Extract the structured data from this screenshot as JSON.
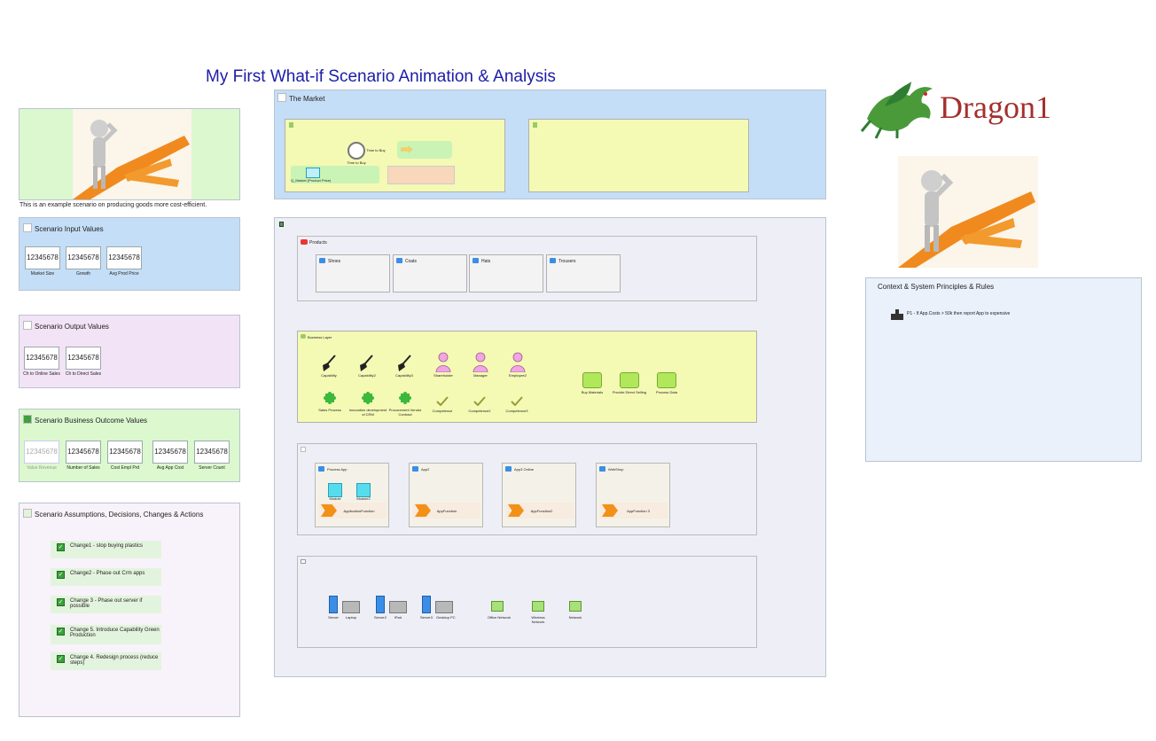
{
  "title": "My First What-if Scenario Animation & Analysis",
  "logo_text": "Dragon1",
  "intro": {
    "caption": "This is an example scenario on producing goods more cost-efficient."
  },
  "inputs": {
    "title": "Scenario Input Values",
    "items": [
      {
        "value": "12345678",
        "label": "Market Size"
      },
      {
        "value": "12345678",
        "label": "Growth"
      },
      {
        "value": "12345678",
        "label": "Avg Prod Price"
      }
    ]
  },
  "outputs": {
    "title": "Scenario Output Values",
    "items": [
      {
        "value": "12345678",
        "label": "Ch to Online Sales"
      },
      {
        "value": "12345678",
        "label": "Ch to Direct Sales"
      }
    ]
  },
  "outcomes": {
    "title": "Scenario Business Outcome Values",
    "items": [
      {
        "value": "12345678",
        "label": "Value Revenue"
      },
      {
        "value": "12345678",
        "label": "Number of Sales"
      },
      {
        "value": "12345678",
        "label": "Cost Empl Prd"
      },
      {
        "value": "12345678",
        "label": "Avg App Cost"
      },
      {
        "value": "12345678",
        "label": "Server Count"
      }
    ]
  },
  "changes": {
    "title": "Scenario Assumptions, Decisions, Changes & Actions",
    "items": [
      "Change1 - stop buying plastics",
      "Change2 - Phase out Crm apps",
      "Change 3 - Phase out server if possible",
      "Change 5. Introduce Capability Green Production",
      "Change 4. Redesign process (reduce steps)"
    ]
  },
  "market": {
    "title": "The Market",
    "left_labels": [
      "Time to Buy",
      "Time to Buy",
      "Q_Market (Product Price)"
    ]
  },
  "products": {
    "title": "Products",
    "items": [
      "Shoes",
      "Coats",
      "Hats",
      "Trousers"
    ]
  },
  "business": {
    "title": "Business Layer",
    "capabilities": [
      "Capability",
      "Capability2",
      "Capability3"
    ],
    "people": [
      "Shareholder",
      "Manager",
      "Employee2"
    ],
    "processes": [
      "Sales Process",
      "Innovation development of CRM",
      "Procurement Vendor Contract"
    ],
    "competences": [
      "Competence",
      "Competence2",
      "Competence3"
    ],
    "green": [
      "Buy Materials",
      "Provide Direct Selling",
      "Process Data"
    ]
  },
  "apps": {
    "items": [
      {
        "title": "Process App",
        "func": "ApplicationFunction"
      },
      {
        "title": "App2",
        "func": "AppFunction"
      },
      {
        "title": "App3 Online",
        "func": "AppFunction2"
      },
      {
        "title": "WebShop",
        "func": "AppFunction 3"
      }
    ],
    "modules": [
      "Module",
      "Module2"
    ]
  },
  "infra": {
    "items": [
      "Server",
      "Laptop",
      "Server2",
      "iPad",
      "Server3",
      "Desktop PC"
    ],
    "networks": [
      "Office Network",
      "Wireless Network",
      "Network"
    ]
  },
  "context": {
    "title": "Context & System Principles & Rules",
    "rule": "P1 - If App.Costs > 50k then report App to expensive"
  },
  "colors": {
    "title": "#1c1ca8",
    "market_bg": "#c5def7",
    "inputs_bg": "#c5def7",
    "outputs_bg": "#f3e3f6",
    "outcomes_bg": "#dcf8cf",
    "changes_bg": "#f8f2fa",
    "main_bg": "#eeeff6",
    "context_bg": "#eaf1fb"
  }
}
